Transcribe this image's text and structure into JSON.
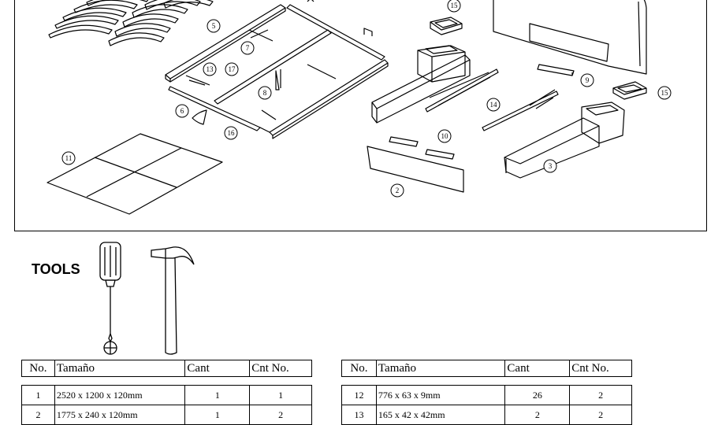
{
  "tools_label": "TOOLS",
  "tools": [
    {
      "icon": "screwdriver-icon"
    },
    {
      "icon": "hammer-icon"
    }
  ],
  "callouts": [
    "15",
    "5",
    "7",
    "13",
    "17",
    "8",
    "6",
    "16",
    "11",
    "9",
    "14",
    "10",
    "2",
    "3",
    "15"
  ],
  "table_headers": [
    "No.",
    "Tamaño",
    "Cant",
    "Cnt No."
  ],
  "left_table": [
    {
      "no": "1",
      "size": "2520 x 1200 x 120mm",
      "qty": "1",
      "cnt": "1"
    },
    {
      "no": "2",
      "size": "1775 x 240 x 120mm",
      "qty": "1",
      "cnt": "2"
    }
  ],
  "right_table": [
    {
      "no": "12",
      "size": "776 x 63 x 9mm",
      "qty": "26",
      "cnt": "2"
    },
    {
      "no": "13",
      "size": "165 x 42 x 42mm",
      "qty": "2",
      "cnt": "2"
    }
  ]
}
